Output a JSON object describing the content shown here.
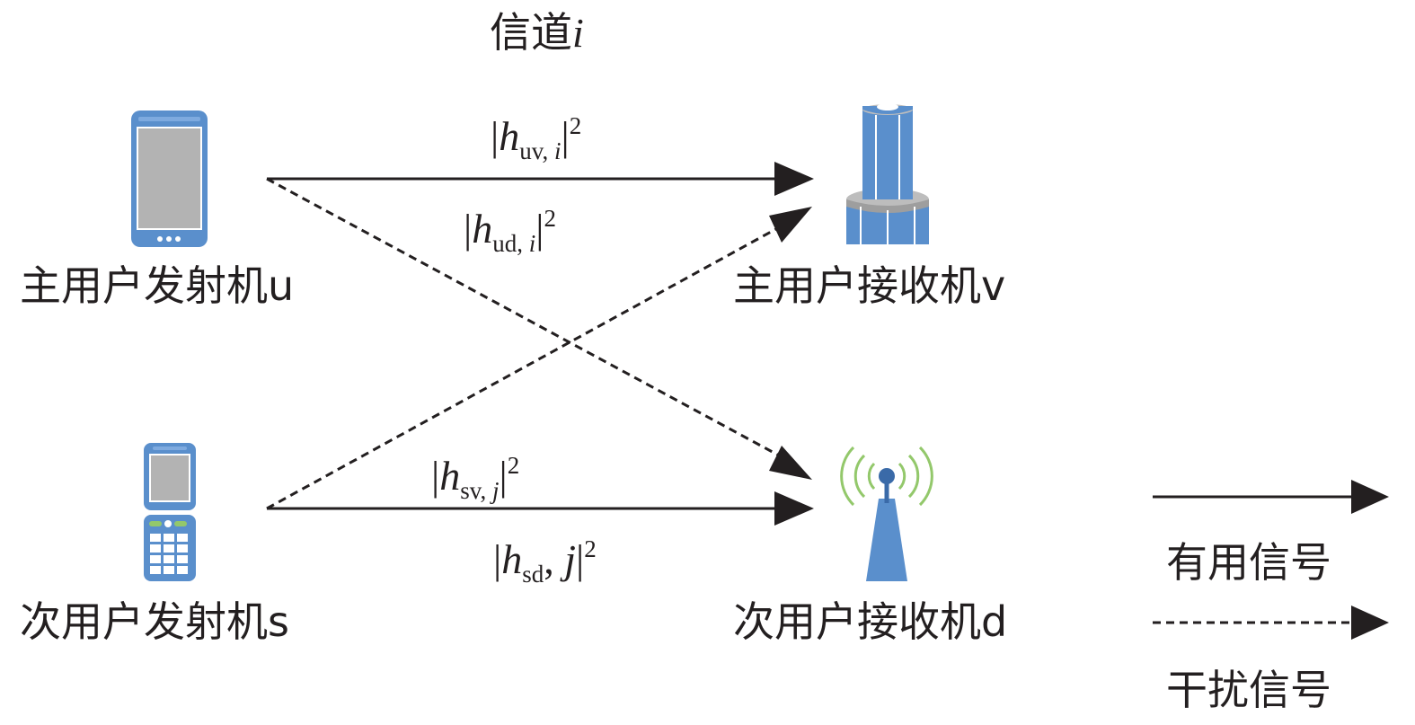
{
  "channel_title": {
    "prefix": "信道",
    "var": "i"
  },
  "nodes": {
    "primary_tx": "主用户发射机u",
    "primary_rx": "主用户接收机v",
    "secondary_tx": "次用户发射机s",
    "secondary_rx": "次用户接收机d"
  },
  "links": {
    "uv": {
      "symbol": "h",
      "sub": "uv, ",
      "sub_var": "i",
      "sup": "2"
    },
    "ud": {
      "symbol": "h",
      "sub": "ud, ",
      "sub_var": "i",
      "sup": "2"
    },
    "sv": {
      "symbol": "h",
      "sub": "sv, ",
      "sub_var": "j",
      "sup": "2"
    },
    "sd": {
      "symbol": "h",
      "sub": "sd",
      "tail": ", ",
      "tail_var": "j",
      "sup": "2"
    }
  },
  "legend": {
    "useful": "有用信号",
    "interference": "干扰信号"
  },
  "colors": {
    "device_blue": "#5a8fcc",
    "device_dark_blue": "#3a6aa8",
    "screen_gray": "#b3b3b3",
    "tower_gray": "#bdbdbd",
    "wave_green": "#93c86b",
    "arrow_black": "#231f20"
  }
}
